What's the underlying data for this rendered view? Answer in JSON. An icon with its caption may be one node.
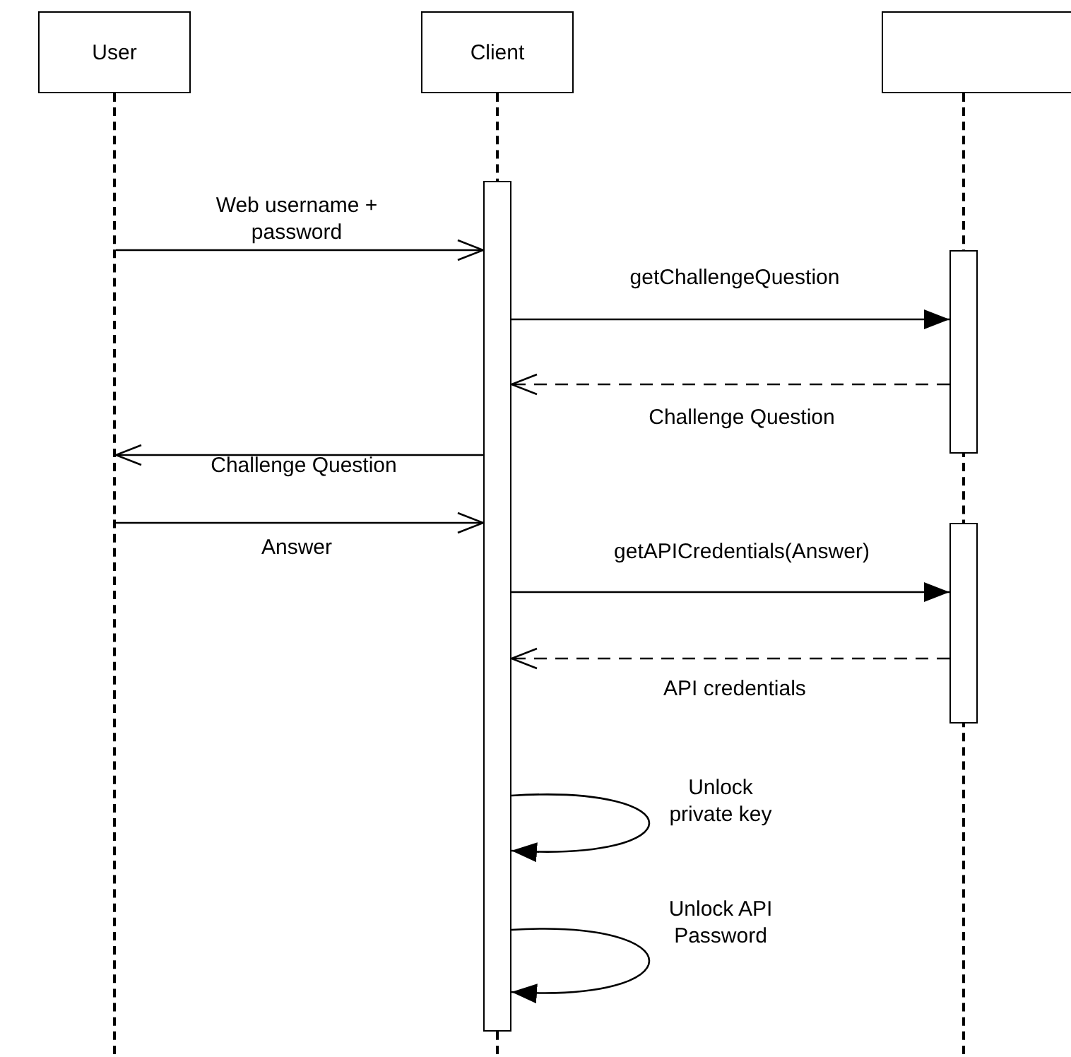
{
  "diagram": {
    "nodes": [
      {
        "text": [
          "User"
        ]
      },
      {
        "text": [
          "Client"
        ]
      },
      {
        "text": [],
        "shape": "box"
      },
      {
        "text": [],
        "shape": "line"
      },
      {
        "text": [],
        "shape": "line"
      },
      {
        "text": [],
        "shape": "line"
      },
      {
        "text": [],
        "shape": "bar"
      },
      {
        "text": [],
        "shape": "bar"
      },
      {
        "text": [],
        "shape": "bar"
      }
    ],
    "edges": [
      {
        "from": 3,
        "to": 6,
        "arrow": "to",
        "label": "Web username + password"
      },
      {
        "from": 6,
        "to": 7,
        "arrow": "to",
        "label": "getChallengeQuestion"
      },
      {
        "from": 7,
        "to": 6,
        "arrow": "to",
        "label": "Challenge Question",
        "style": "dashed"
      },
      {
        "from": 6,
        "to": 3,
        "arrow": "to",
        "label": "Challenge Question"
      },
      {
        "from": 3,
        "to": 6,
        "arrow": "to",
        "label": "Answer"
      },
      {
        "from": 6,
        "to": 8,
        "arrow": "to",
        "label": "getAPICredentials(Answer)"
      },
      {
        "from": 8,
        "to": 6,
        "arrow": "to",
        "label": "API credentials",
        "style": "dashed"
      },
      {
        "from": 6,
        "to": 6,
        "arrow": "to",
        "label": "Unlock private key"
      },
      {
        "from": 6,
        "to": 6,
        "arrow": "to",
        "label": "Unlock API Password"
      }
    ]
  }
}
